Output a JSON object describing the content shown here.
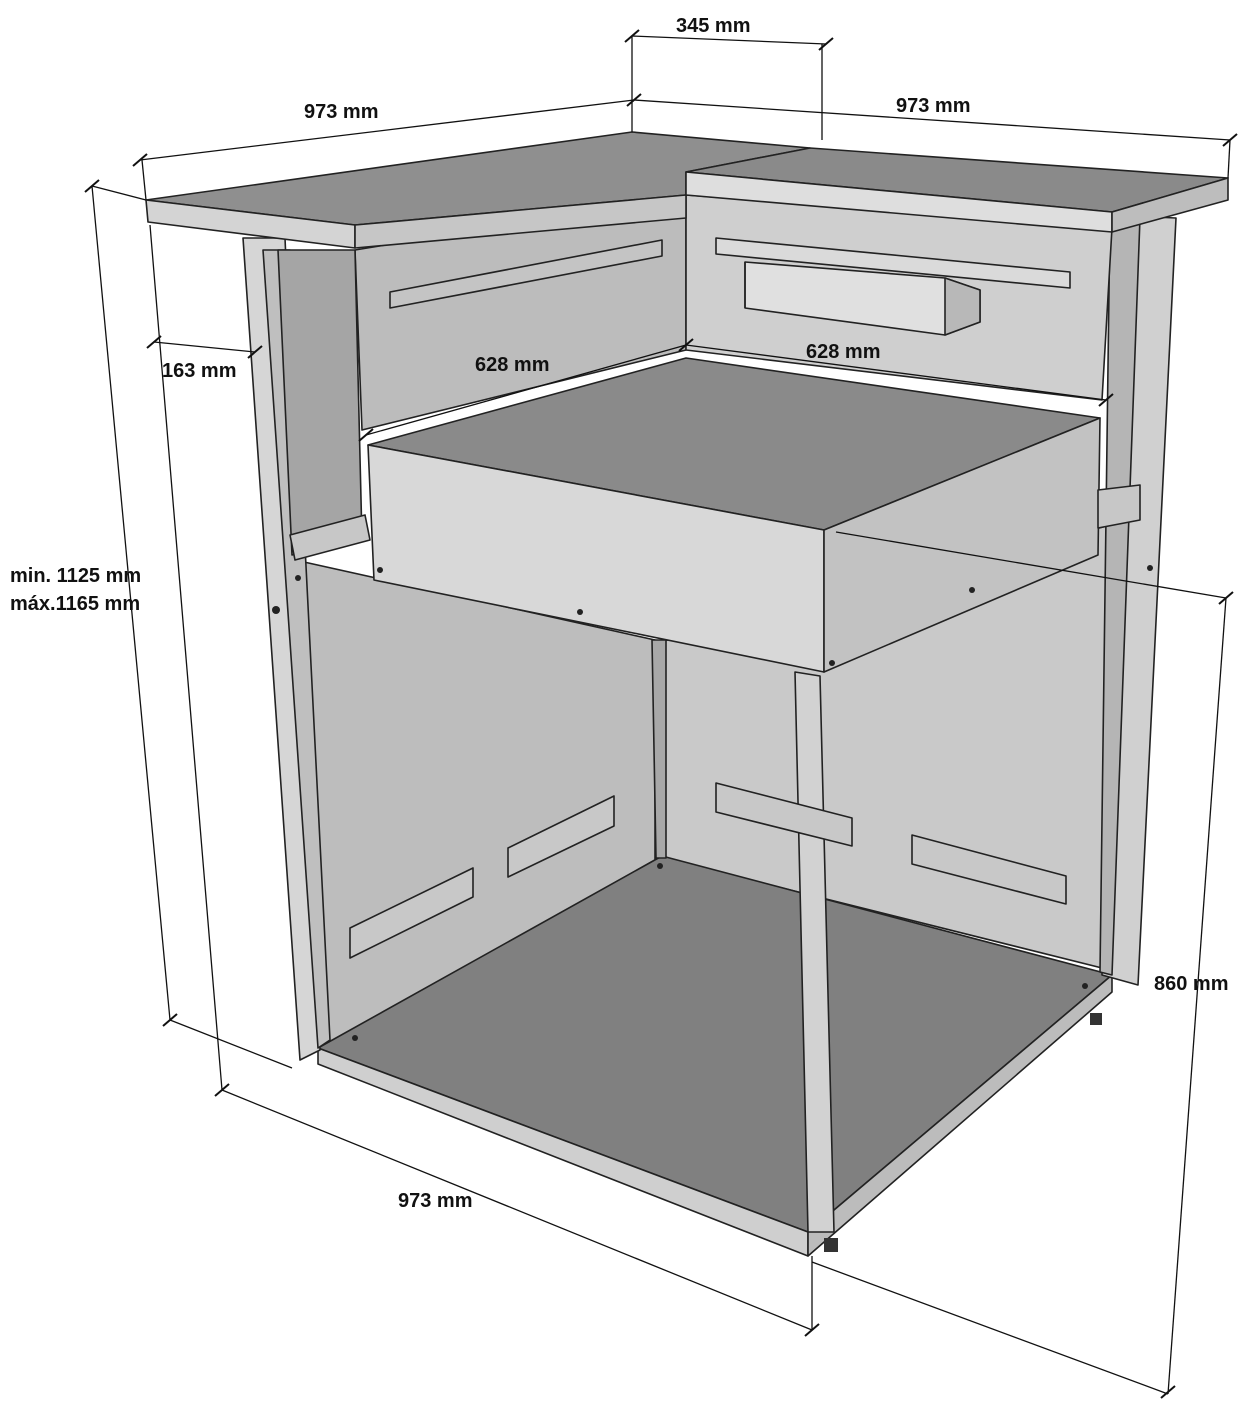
{
  "dimensions": {
    "top_left_width": "973 mm",
    "top_right_width": "973 mm",
    "corner_width": "345 mm",
    "side_depth": "163 mm",
    "inner_left_width": "628 mm",
    "inner_right_width": "628 mm",
    "height_min": "min. 1125 mm",
    "height_max": "máx.1165 mm",
    "bottom_width": "973 mm",
    "body_height": "860 mm"
  },
  "colors": {
    "panel_light": "#d6d6d6",
    "panel_mid": "#c4c4c4",
    "panel_dark": "#9a9a9a",
    "floor": "#808080",
    "countertop": "#8f8f8f",
    "slot": "#c8c8c8"
  }
}
